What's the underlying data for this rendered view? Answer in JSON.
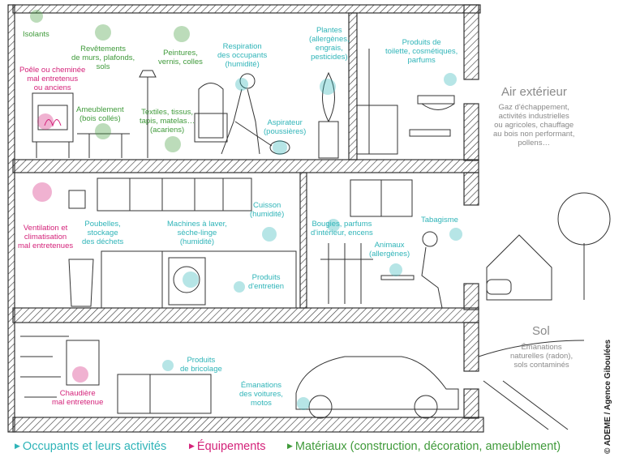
{
  "colors": {
    "occupants": "#2fb4b8",
    "equipements": "#d4237a",
    "materiaux": "#3f9a3a",
    "exterior": "#8a8a8a",
    "line": "#333333"
  },
  "labels": {
    "isolants": "Isolants",
    "revetements": [
      "Revêtements",
      "de murs, plafonds,",
      "sols"
    ],
    "peintures": [
      "Peintures,",
      "vernis, colles"
    ],
    "respiration": [
      "Respiration",
      "des occupants",
      "(humidité)"
    ],
    "plantes": [
      "Plantes",
      "(allergènes,",
      "engrais,",
      "pesticides)"
    ],
    "produits_toilette": [
      "Produits de",
      "toilette, cosmétiques,",
      "parfums"
    ],
    "poele": [
      "Poêle ou cheminée",
      "mal entretenus",
      "ou anciens"
    ],
    "ameublement": [
      "Ameublement",
      "(bois collés)"
    ],
    "textiles": [
      "Textiles, tissus,",
      "tapis, matelas…",
      "(acariens)"
    ],
    "aspirateur": [
      "Aspirateur",
      "(poussières)"
    ],
    "air_exterieur_title": "Air extérieur",
    "air_exterieur_text": [
      "Gaz d'échappement,",
      "activités industrielles",
      "ou agricoles, chauffage",
      "au bois non performant,",
      "pollens…"
    ],
    "ventilation": [
      "Ventilation et",
      "climatisation",
      "mal entretenues"
    ],
    "poubelles": [
      "Poubelles,",
      "stockage",
      "des déchets"
    ],
    "machines": [
      "Machines à laver,",
      "sèche-linge",
      "(humidité)"
    ],
    "cuisson": [
      "Cuisson",
      "(humidité)"
    ],
    "produits_entretien": [
      "Produits",
      "d'entretien"
    ],
    "bougies": [
      "Bougies, parfums",
      "d'intérieur, encens"
    ],
    "tabagisme": "Tabagisme",
    "animaux": [
      "Animaux",
      "(allergènes)"
    ],
    "sol_title": "Sol",
    "sol_text": [
      "Émanations",
      "naturelles (radon),",
      "sols contaminés"
    ],
    "chaudiere": [
      "Chaudière",
      "mal entretenue"
    ],
    "produits_bricolage": [
      "Produits",
      "de bricolage"
    ],
    "emanations_voitures": [
      "Émanations",
      "des voitures,",
      "motos"
    ]
  },
  "legend": {
    "occupants": "Occupants et leurs activités",
    "equipements": "Équipements",
    "materiaux": "Matériaux (construction, décoration, ameublement)"
  },
  "credit": "© ADEME / Agence Giboulées"
}
